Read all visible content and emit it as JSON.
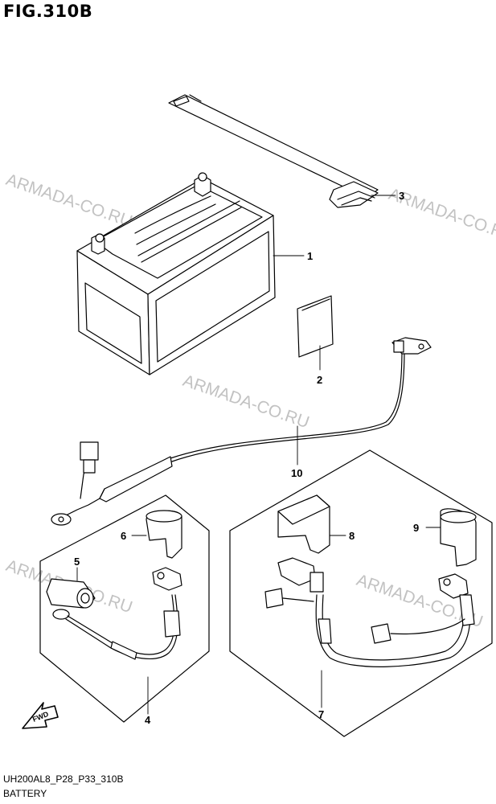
{
  "figure": {
    "title": "FIG.310B",
    "code": "UH200AL8_P28_P33_310B",
    "caption": "BATTERY"
  },
  "watermark": {
    "text": "ARMADA-CO.RU"
  },
  "callouts": [
    "1",
    "2",
    "3",
    "4",
    "5",
    "6",
    "7",
    "8",
    "9",
    "10"
  ],
  "fwd_label": "FWD"
}
